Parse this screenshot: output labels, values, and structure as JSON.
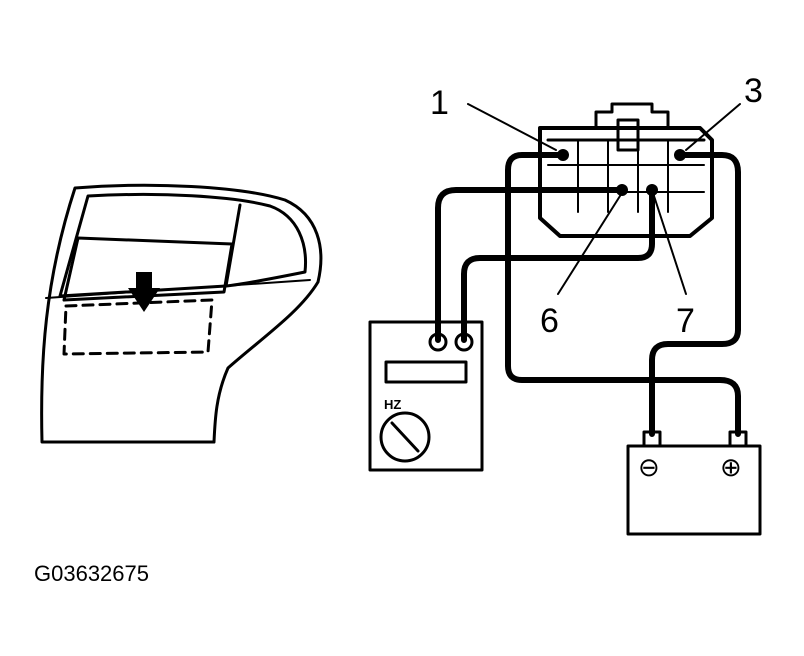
{
  "figure_code": "G03632675",
  "connector_pins": {
    "pin_1": "1",
    "pin_3": "3",
    "pin_6": "6",
    "pin_7": "7"
  },
  "meter": {
    "unit_label": "HZ"
  },
  "battery": {
    "negative_symbol": "⊖",
    "positive_symbol": "⊕"
  }
}
